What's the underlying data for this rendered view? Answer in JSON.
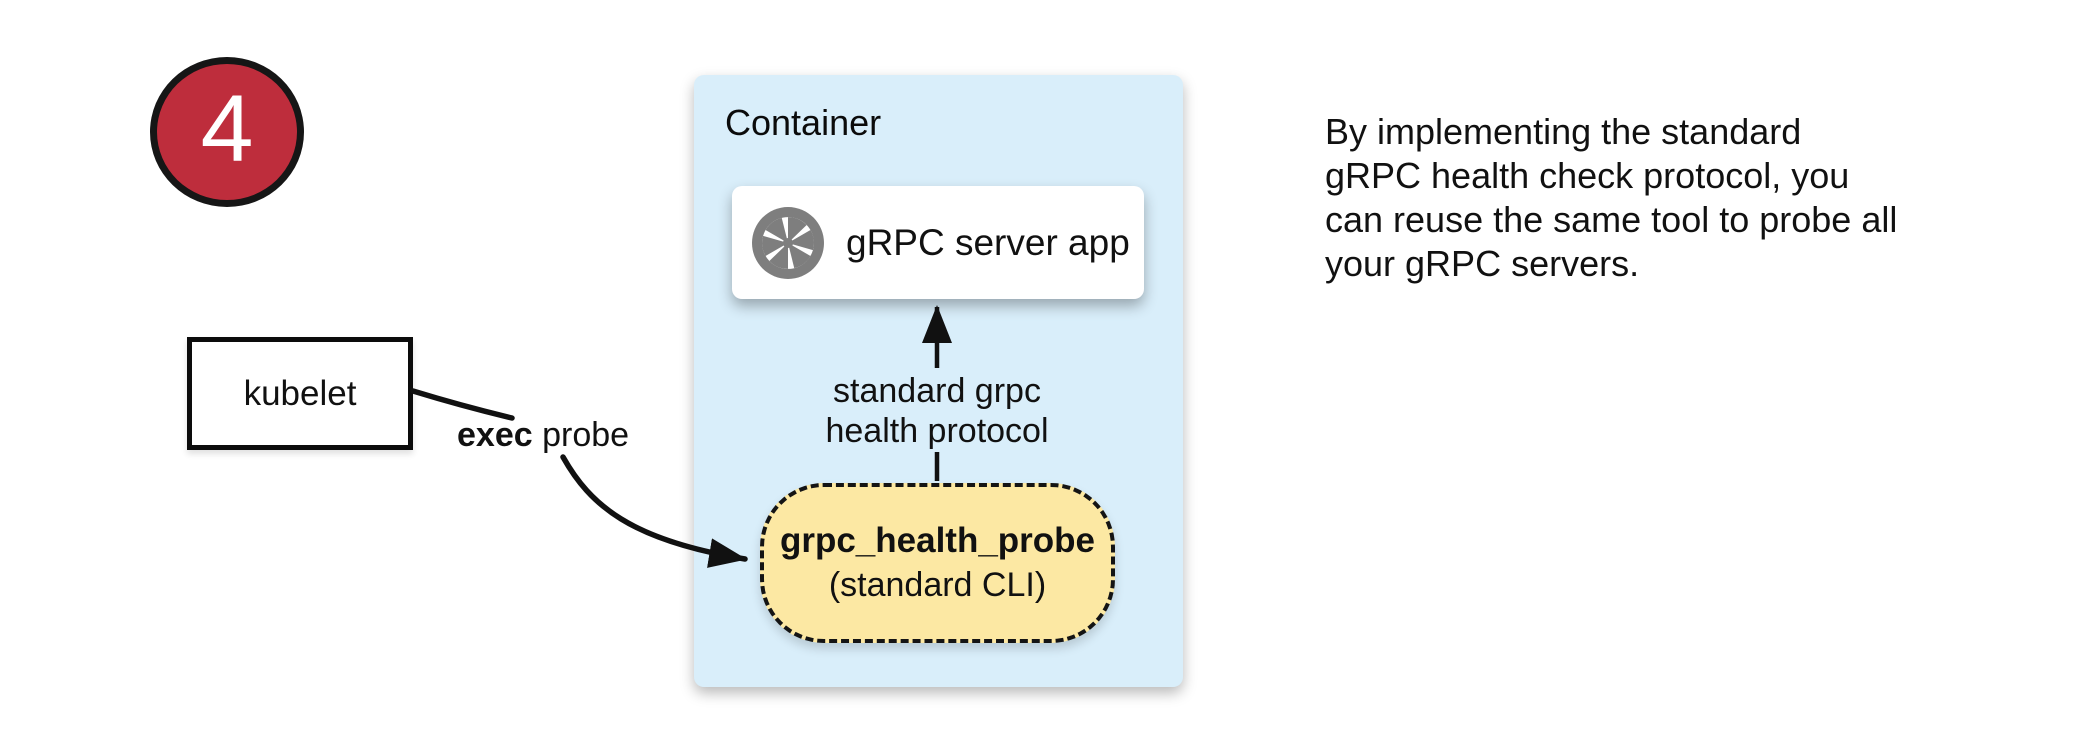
{
  "colors": {
    "badge-red": "#BE2D3C",
    "container-blue": "#D9EEFA",
    "pill-yellow": "#FCE8A3",
    "icon-gray": "#7E7E7E",
    "ink": "#111111"
  },
  "badge": {
    "number": "4"
  },
  "container": {
    "label": "Container"
  },
  "server_box": {
    "label": "gRPC server app",
    "icon": "aperture-icon"
  },
  "probe_pill": {
    "title": "grpc_health_probe",
    "subtitle": "(standard CLI)"
  },
  "kubelet_box": {
    "label": "kubelet"
  },
  "exec_label": {
    "bold": "exec",
    "rest": " probe"
  },
  "protocol_label": {
    "text": "standard grpc\nhealth protocol"
  },
  "description": {
    "text": "By implementing the standard\ngRPC health check protocol, you\ncan reuse the same tool to probe all\nyour gRPC servers."
  }
}
